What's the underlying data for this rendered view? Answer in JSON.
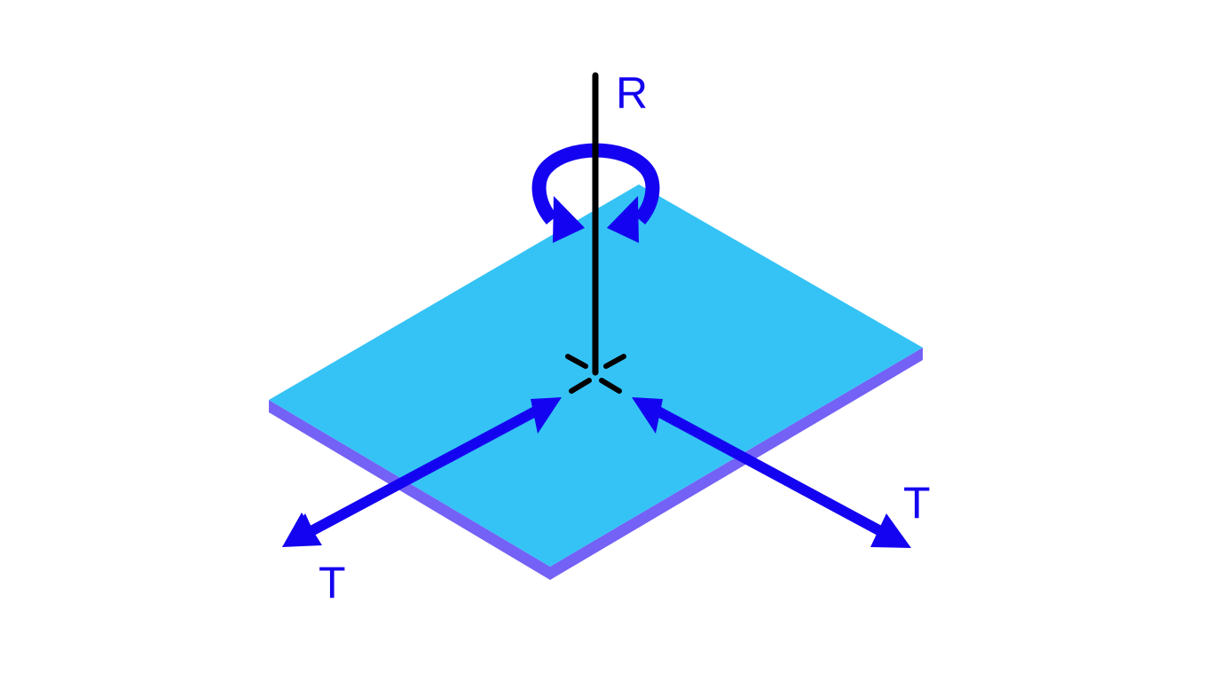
{
  "colors": {
    "background": "#ffffff",
    "plane_top": "#35c3f5",
    "plane_edge": "#7461f5",
    "arrows": "#1403f0",
    "axis": "#000000",
    "labels": "#1403f0"
  },
  "icons": {
    "rotation": "circular-arrow-icon",
    "translation": "double-headed-arrow-icon",
    "pivot": "cross-marker-icon"
  },
  "labels": {
    "rotation": "R",
    "translation_right": "T",
    "translation_left": "T"
  }
}
